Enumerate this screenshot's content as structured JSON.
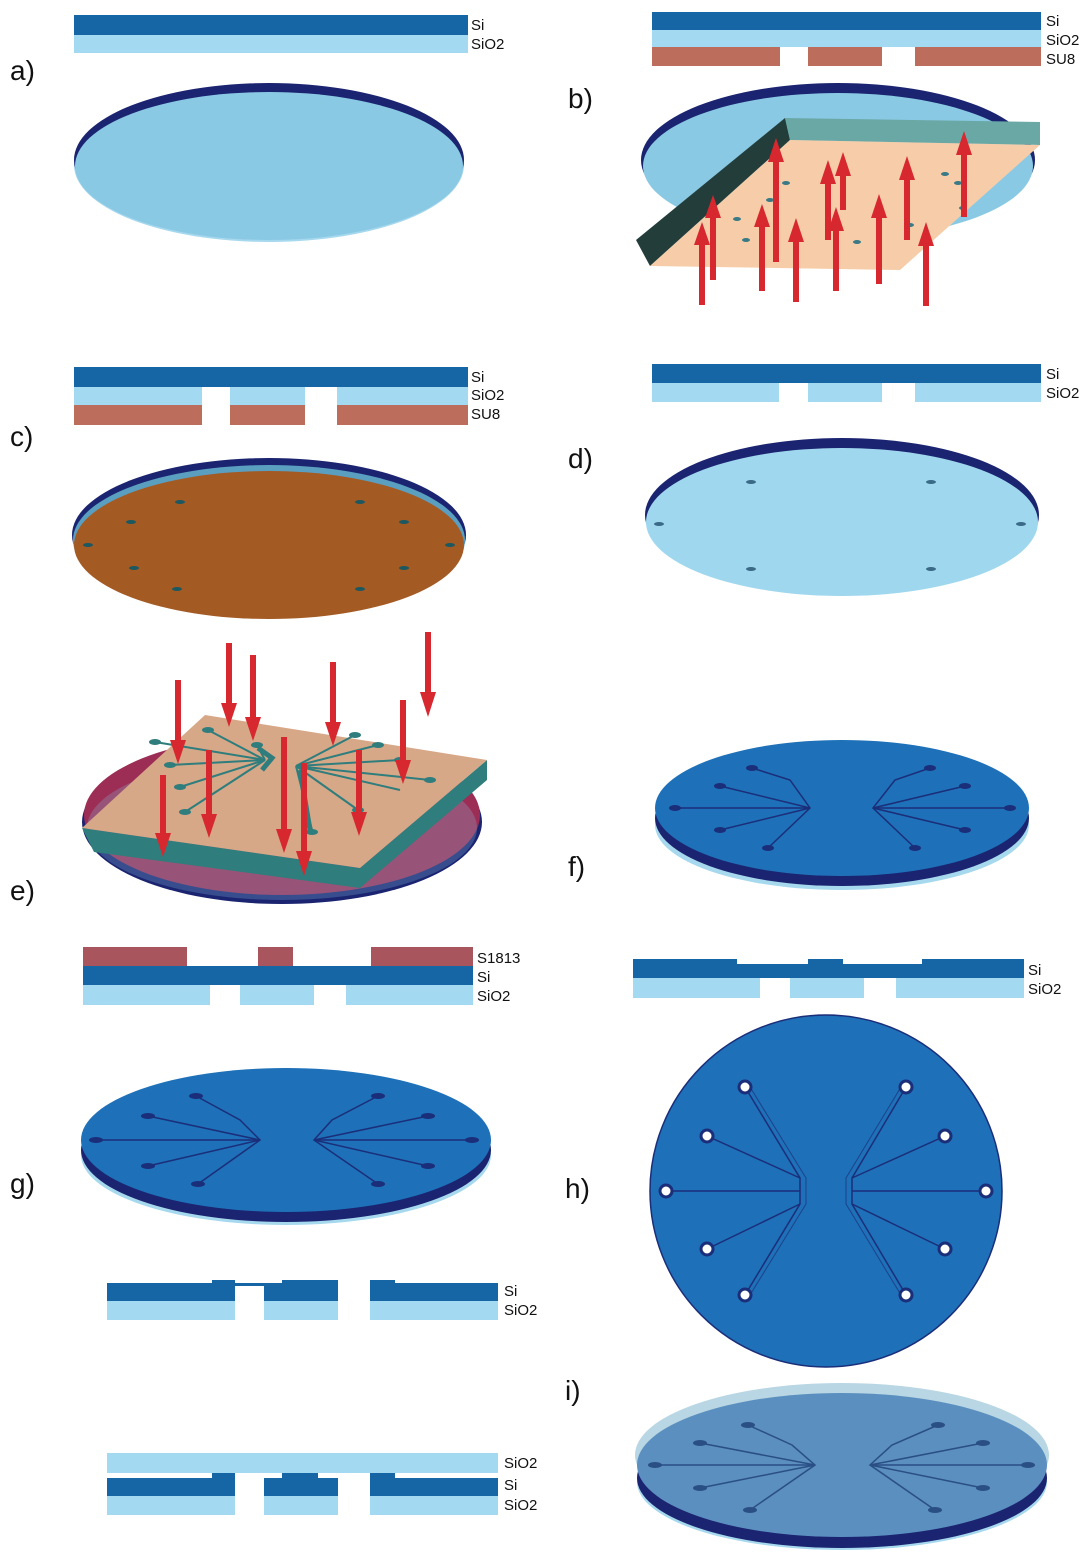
{
  "panels": {
    "a": {
      "tag": "a)",
      "layers": [
        "Si",
        "SiO2"
      ]
    },
    "b": {
      "tag": "b)",
      "layers": [
        "Si",
        "SiO2",
        "SU8"
      ]
    },
    "c": {
      "tag": "c)",
      "layers": [
        "Si",
        "SiO2",
        "SU8"
      ]
    },
    "d": {
      "tag": "d)",
      "layers": [
        "Si",
        "SiO2"
      ]
    },
    "e": {
      "tag": "e)"
    },
    "f": {
      "tag": "f)"
    },
    "g": {
      "tag": "g)",
      "layers": [
        "S1813",
        "Si",
        "SiO2"
      ]
    },
    "h": {
      "tag": "h)",
      "layers": [
        "Si",
        "SiO2"
      ]
    },
    "g2": {
      "layers": [
        "Si",
        "SiO2"
      ]
    },
    "i": {
      "tag": "i)",
      "layers": [
        "SiO2",
        "Si",
        "SiO2"
      ]
    }
  },
  "colors": {
    "si": "#1666a6",
    "sio2": "#a4daf1",
    "su8": "#bd6d5b",
    "s1813": "#a8555e",
    "wafer_top": "#8ac9e4",
    "wafer_edge": "#1b2470",
    "su8_disc": "#a45a23",
    "mask": "#d7a888",
    "mask_edge": "#2f7d7c",
    "arrow": "#d7282f",
    "etched_disc": "#1e71b8",
    "bonded_disc": "#5b8fbf",
    "magenta_disc": "#9c2d55"
  }
}
